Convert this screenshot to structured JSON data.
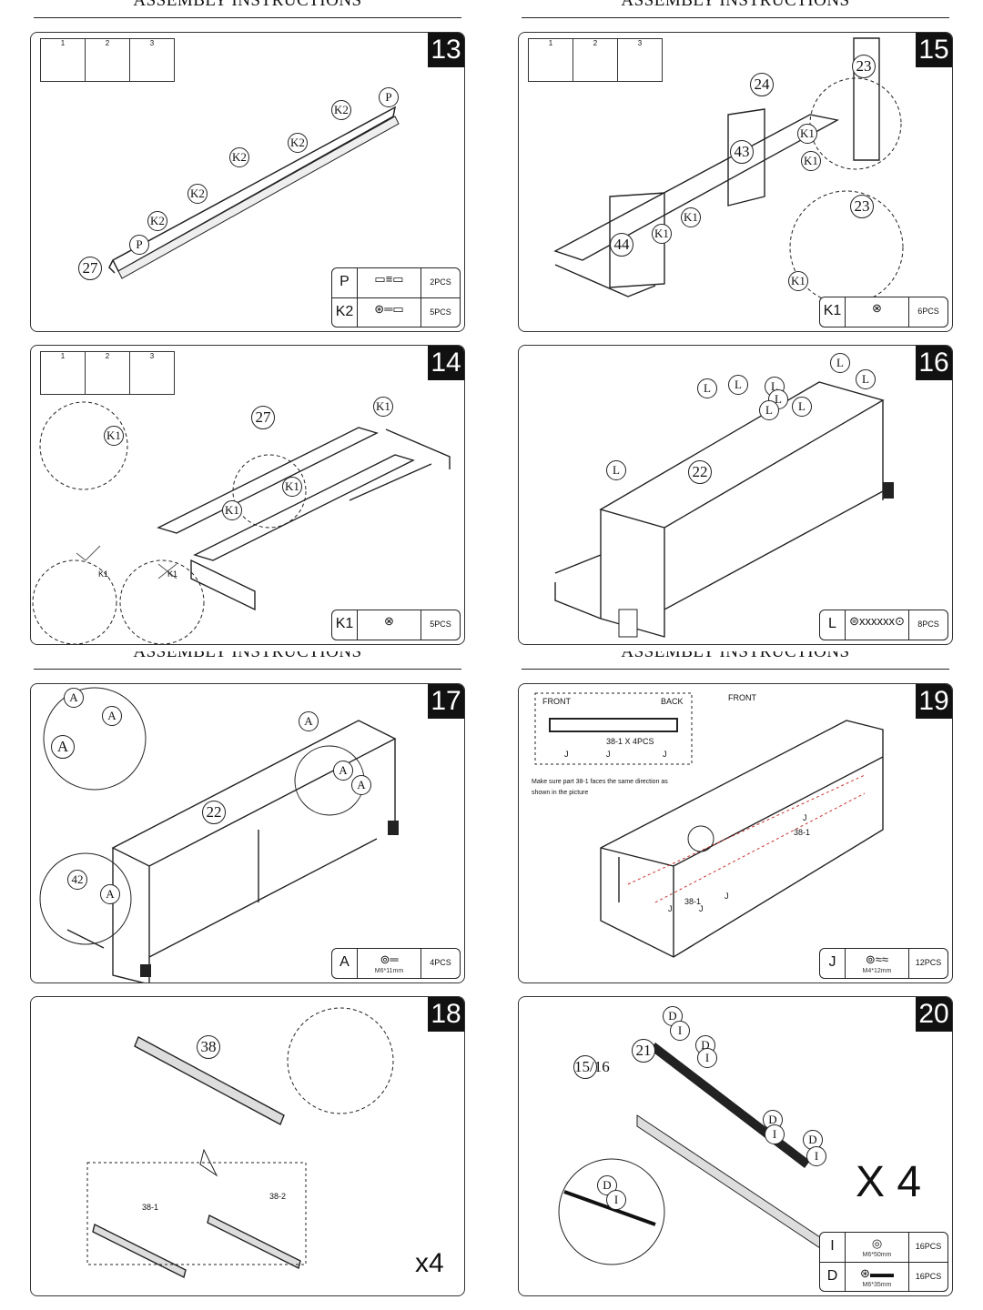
{
  "header": "ASSEMBLY INSTRUCTIONS",
  "mini_steps": [
    "1",
    "2",
    "3"
  ],
  "panels": [
    {
      "id": "13",
      "callouts": [
        "27",
        "P",
        "K2",
        "K2",
        "K2",
        "K2",
        "K2",
        "P"
      ],
      "parts": [
        {
          "code": "P",
          "icon": "dowel-icon",
          "glyph": "▭≡▭",
          "size": "",
          "qty": "2PCS"
        },
        {
          "code": "K2",
          "icon": "cam-bolt-icon",
          "glyph": "⊛═▭",
          "size": "",
          "qty": "5PCS"
        }
      ]
    },
    {
      "id": "14",
      "callouts": [
        "27",
        "K1",
        "K1",
        "K1",
        "K1"
      ],
      "labels": [
        "K1",
        "K1"
      ],
      "parts": [
        {
          "code": "K1",
          "icon": "cam-lock-icon",
          "glyph": "⊗",
          "size": "",
          "qty": "5PCS"
        }
      ]
    },
    {
      "id": "15",
      "callouts": [
        "24",
        "23",
        "43",
        "44",
        "23",
        "K1",
        "K1",
        "K1",
        "K1",
        "K1"
      ],
      "parts": [
        {
          "code": "K1",
          "icon": "cam-lock-icon",
          "glyph": "⊗",
          "size": "",
          "qty": "6PCS"
        }
      ]
    },
    {
      "id": "16",
      "callouts": [
        "L",
        "L",
        "L",
        "L",
        "L",
        "L",
        "L",
        "L",
        "L",
        "22"
      ],
      "parts": [
        {
          "code": "L",
          "icon": "screw-icon",
          "glyph": "⊜xxxxxx⊙",
          "size": "",
          "qty": "8PCS"
        }
      ]
    },
    {
      "id": "17",
      "callouts": [
        "A",
        "A",
        "A",
        "42",
        "A",
        "A",
        "A",
        "A",
        "22"
      ],
      "parts": [
        {
          "code": "A",
          "icon": "bolt-icon",
          "glyph": "⊚═",
          "size": "M6*11mm",
          "qty": "4PCS"
        }
      ]
    },
    {
      "id": "18",
      "callouts": [
        "38"
      ],
      "labels": [
        "38-1",
        "38-2"
      ],
      "multiplier": "x4",
      "parts": []
    },
    {
      "id": "19",
      "inset": {
        "front": "FRONT",
        "back": "BACK",
        "count": "38-1 X 4PCS",
        "screws": [
          "J",
          "J",
          "J"
        ]
      },
      "note": "Make sure part 38-1 faces the same direction as shown in the picture",
      "labels": [
        "FRONT",
        "38-1",
        "38-1",
        "J",
        "J",
        "J",
        "J"
      ],
      "parts": [
        {
          "code": "J",
          "icon": "screw-icon",
          "glyph": "⊚≈≈",
          "size": "M4*12mm",
          "qty": "12PCS"
        }
      ]
    },
    {
      "id": "20",
      "callouts": [
        "D",
        "I",
        "D",
        "I",
        "21",
        "15/16",
        "D",
        "I",
        "D",
        "I",
        "D",
        "I"
      ],
      "multiplier": "X 4",
      "parts": [
        {
          "code": "I",
          "icon": "washer-icon",
          "glyph": "◎",
          "size": "M6*50mm",
          "qty": "16PCS"
        },
        {
          "code": "D",
          "icon": "bolt-icon",
          "glyph": "⊛▬▬",
          "size": "M6*35mm",
          "qty": "16PCS"
        }
      ]
    }
  ]
}
